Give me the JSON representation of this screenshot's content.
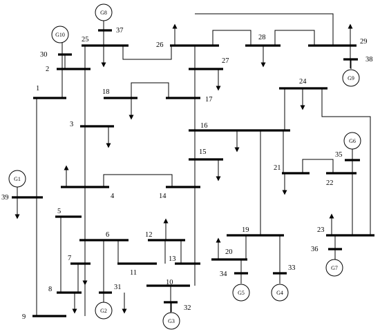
{
  "diagram": {
    "kind": "single-line diagram",
    "buses": [
      "1",
      "2",
      "3",
      "4",
      "5",
      "6",
      "7",
      "8",
      "9",
      "10",
      "11",
      "12",
      "13",
      "14",
      "15",
      "16",
      "17",
      "18",
      "19",
      "20",
      "21",
      "22",
      "23",
      "24",
      "25",
      "26",
      "27",
      "28",
      "29",
      "30",
      "31",
      "32",
      "33",
      "34",
      "35",
      "36",
      "37",
      "38",
      "39"
    ],
    "generators": [
      {
        "label": "G1",
        "bus": "39"
      },
      {
        "label": "G2",
        "bus": "31"
      },
      {
        "label": "G3",
        "bus": "32"
      },
      {
        "label": "G4",
        "bus": "33"
      },
      {
        "label": "G5",
        "bus": "34"
      },
      {
        "label": "G6",
        "bus": "35"
      },
      {
        "label": "G7",
        "bus": "36"
      },
      {
        "label": "G8",
        "bus": "37"
      },
      {
        "label": "G9",
        "bus": "38"
      },
      {
        "label": "G10",
        "bus": "30"
      }
    ],
    "branches": [
      [
        "1",
        "2"
      ],
      [
        "1",
        "39"
      ],
      [
        "2",
        "3"
      ],
      [
        "2",
        "25"
      ],
      [
        "2",
        "30"
      ],
      [
        "3",
        "4"
      ],
      [
        "3",
        "18"
      ],
      [
        "4",
        "5"
      ],
      [
        "4",
        "14"
      ],
      [
        "5",
        "6"
      ],
      [
        "5",
        "8"
      ],
      [
        "6",
        "7"
      ],
      [
        "6",
        "11"
      ],
      [
        "6",
        "31"
      ],
      [
        "7",
        "8"
      ],
      [
        "8",
        "9"
      ],
      [
        "9",
        "39"
      ],
      [
        "10",
        "11"
      ],
      [
        "10",
        "13"
      ],
      [
        "10",
        "32"
      ],
      [
        "12",
        "11"
      ],
      [
        "12",
        "13"
      ],
      [
        "13",
        "14"
      ],
      [
        "14",
        "15"
      ],
      [
        "15",
        "16"
      ],
      [
        "16",
        "17"
      ],
      [
        "16",
        "19"
      ],
      [
        "16",
        "21"
      ],
      [
        "16",
        "24"
      ],
      [
        "17",
        "18"
      ],
      [
        "17",
        "27"
      ],
      [
        "19",
        "20"
      ],
      [
        "19",
        "33"
      ],
      [
        "20",
        "34"
      ],
      [
        "21",
        "22"
      ],
      [
        "22",
        "23"
      ],
      [
        "22",
        "35"
      ],
      [
        "23",
        "24"
      ],
      [
        "23",
        "36"
      ],
      [
        "25",
        "26"
      ],
      [
        "25",
        "37"
      ],
      [
        "26",
        "27"
      ],
      [
        "26",
        "28"
      ],
      [
        "26",
        "29"
      ],
      [
        "28",
        "29"
      ],
      [
        "29",
        "38"
      ]
    ],
    "load_buses": [
      "3",
      "4",
      "7",
      "8",
      "12",
      "15",
      "16",
      "18",
      "20",
      "21",
      "23",
      "24",
      "25",
      "26",
      "27",
      "28",
      "29",
      "31",
      "39"
    ]
  }
}
